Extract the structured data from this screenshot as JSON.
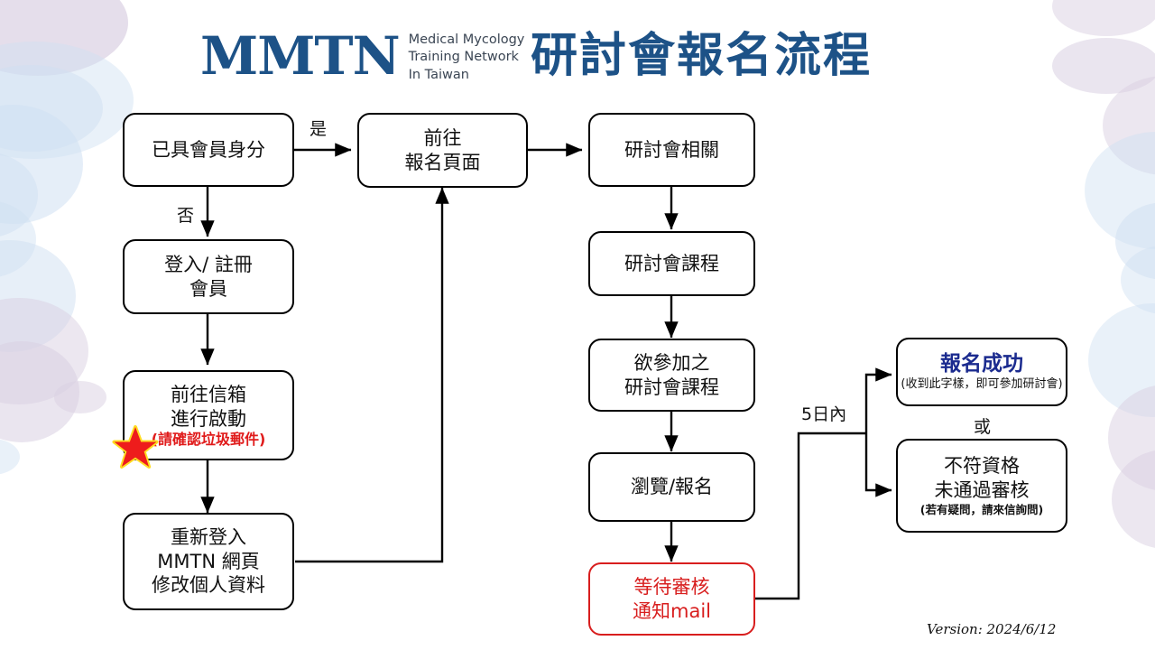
{
  "header": {
    "logo_mark": "MMTN",
    "logo_sub_line1": "Medical Mycology",
    "logo_sub_line2": "Training Network",
    "logo_sub_line3": "In Taiwan",
    "title": "研討會報名流程",
    "brand_color": "#1d5287"
  },
  "version": {
    "label": "Version: 2024/6/12"
  },
  "nodes": {
    "member_check": {
      "line1": "已具會員身分"
    },
    "register": {
      "line1": "登入/ 註冊",
      "line2": "會員"
    },
    "activate": {
      "line1": "前往信箱",
      "line2": "進行啟動",
      "note": "(請確認垃圾郵件)"
    },
    "relogin": {
      "line1": "重新登入",
      "line2": "MMTN 網頁",
      "line3": "修改個人資料"
    },
    "signup_page": {
      "line1": "前往",
      "line2": "報名頁面"
    },
    "seminar_info": {
      "line1": "研討會相關"
    },
    "seminar_course": {
      "line1": "研討會課程"
    },
    "desired_course": {
      "line1": "欲參加之",
      "line2": "研討會課程"
    },
    "browse_signup": {
      "line1": "瀏覽/報名"
    },
    "waiting_review": {
      "line1": "等待審核",
      "line2": "通知mail"
    },
    "success": {
      "title": "報名成功",
      "note": "(收到此字樣，即可參加研討會)"
    },
    "rejected": {
      "line1": "不符資格",
      "line2": "未通過審核",
      "note": "(若有疑問，請來信詢問)"
    }
  },
  "edge_labels": {
    "yes": "是",
    "no": "否",
    "within_5_days": "5日內",
    "or": "或"
  },
  "colors": {
    "accent_blue": "#1d5287",
    "alert_red": "#d81e1e",
    "success_blue": "#1b2b8f",
    "star_fill": "#ee1c1c",
    "star_glow": "#ffdd22"
  }
}
